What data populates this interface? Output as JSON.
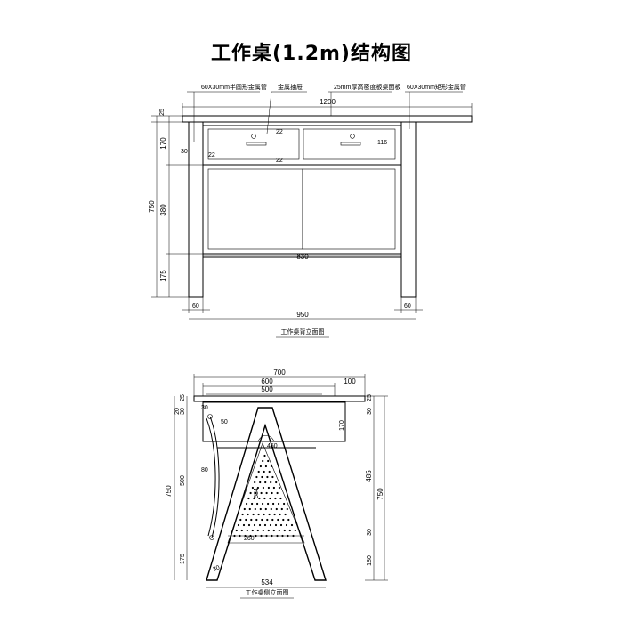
{
  "title": "工作桌(1.2m)结构图",
  "front": {
    "caption": "工作桌背立面图",
    "callouts": {
      "tube_round": "60X30mm半圆形金属管",
      "drawer": "金属抽屉",
      "board": "25mm厚高密度板桌面板",
      "tube_rect": "60X30mm矩形金属管"
    },
    "dims": {
      "width_top": "1200",
      "top_thk": "25",
      "h170": "170",
      "h380": "380",
      "h175": "175",
      "h750": "750",
      "d30": "30",
      "d22a": "22",
      "d22b": "22",
      "d22c": "22",
      "d116": "116",
      "inner830": "830",
      "leg_l": "60",
      "leg_r": "60",
      "frame950": "950"
    }
  },
  "side": {
    "caption": "工作桌侧立面图",
    "dims": {
      "w700": "700",
      "w600": "600",
      "w500": "500",
      "w100": "100",
      "l25": "25",
      "l20": "20",
      "l30": "30",
      "d30": "30",
      "d50": "50",
      "d80": "80",
      "d500": "500",
      "l750": "750",
      "l175": "175",
      "angle450": "450",
      "handle584": "584",
      "bottom260": "260",
      "foot30": "30",
      "base534": "534",
      "r25": "25",
      "r30": "30",
      "r170": "170",
      "r485": "485",
      "r750": "750",
      "r30b": "30",
      "r180": "180"
    }
  }
}
